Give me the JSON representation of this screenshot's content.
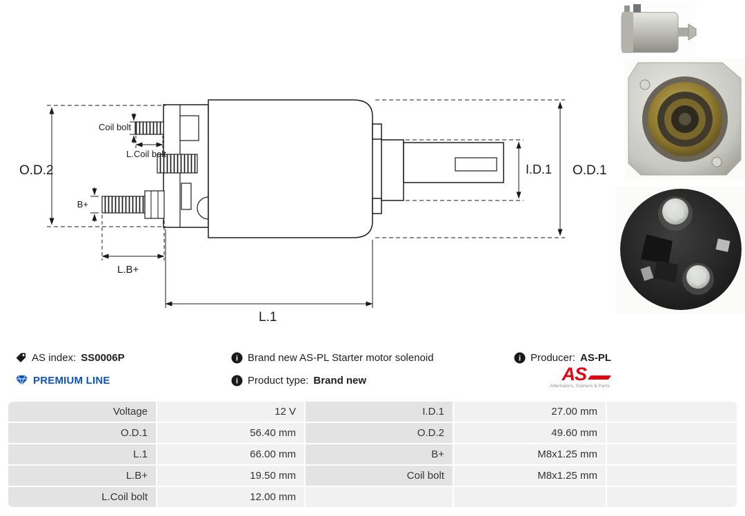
{
  "info": {
    "as_index_label": "AS index:",
    "as_index_value": "SS0006P",
    "description": "Brand new AS-PL Starter motor solenoid",
    "producer_label": "Producer:",
    "producer_value": "AS-PL",
    "premium_line_label": "PREMIUM LINE",
    "product_type_label": "Product type:",
    "product_type_value": "Brand new",
    "info_icon_glyph": "i"
  },
  "logo": {
    "text": "AS",
    "caption": "Alternators, Starters & Parts"
  },
  "diagram": {
    "od2": "O.D.2",
    "od1": "O.D.1",
    "id1": "I.D.1",
    "l1": "L.1",
    "lb_plus": "L.B+",
    "b_plus": "B+",
    "coil_bolt": "Coil bolt",
    "l_coil_bolt": "L.Coil bolt"
  },
  "spec_table": {
    "rows": [
      {
        "label1": "Voltage",
        "value1": "12 V",
        "label2": "I.D.1",
        "value2": "27.00 mm"
      },
      {
        "label1": "O.D.1",
        "value1": "56.40 mm",
        "label2": "O.D.2",
        "value2": "49.60 mm"
      },
      {
        "label1": "L.1",
        "value1": "66.00 mm",
        "label2": "B+",
        "value2": "M8x1.25 mm"
      },
      {
        "label1": "L.B+",
        "value1": "19.50 mm",
        "label2": "Coil bolt",
        "value2": "M8x1.25 mm"
      },
      {
        "label1": "L.Coil bolt",
        "value1": "12.00 mm",
        "label2": "",
        "value2": ""
      }
    ]
  },
  "colors": {
    "premium_blue": "#0a52c8",
    "logo_red": "#e30613",
    "label_cell_bg": "#e3e3e3",
    "value_cell_bg": "#f1f1f1"
  }
}
